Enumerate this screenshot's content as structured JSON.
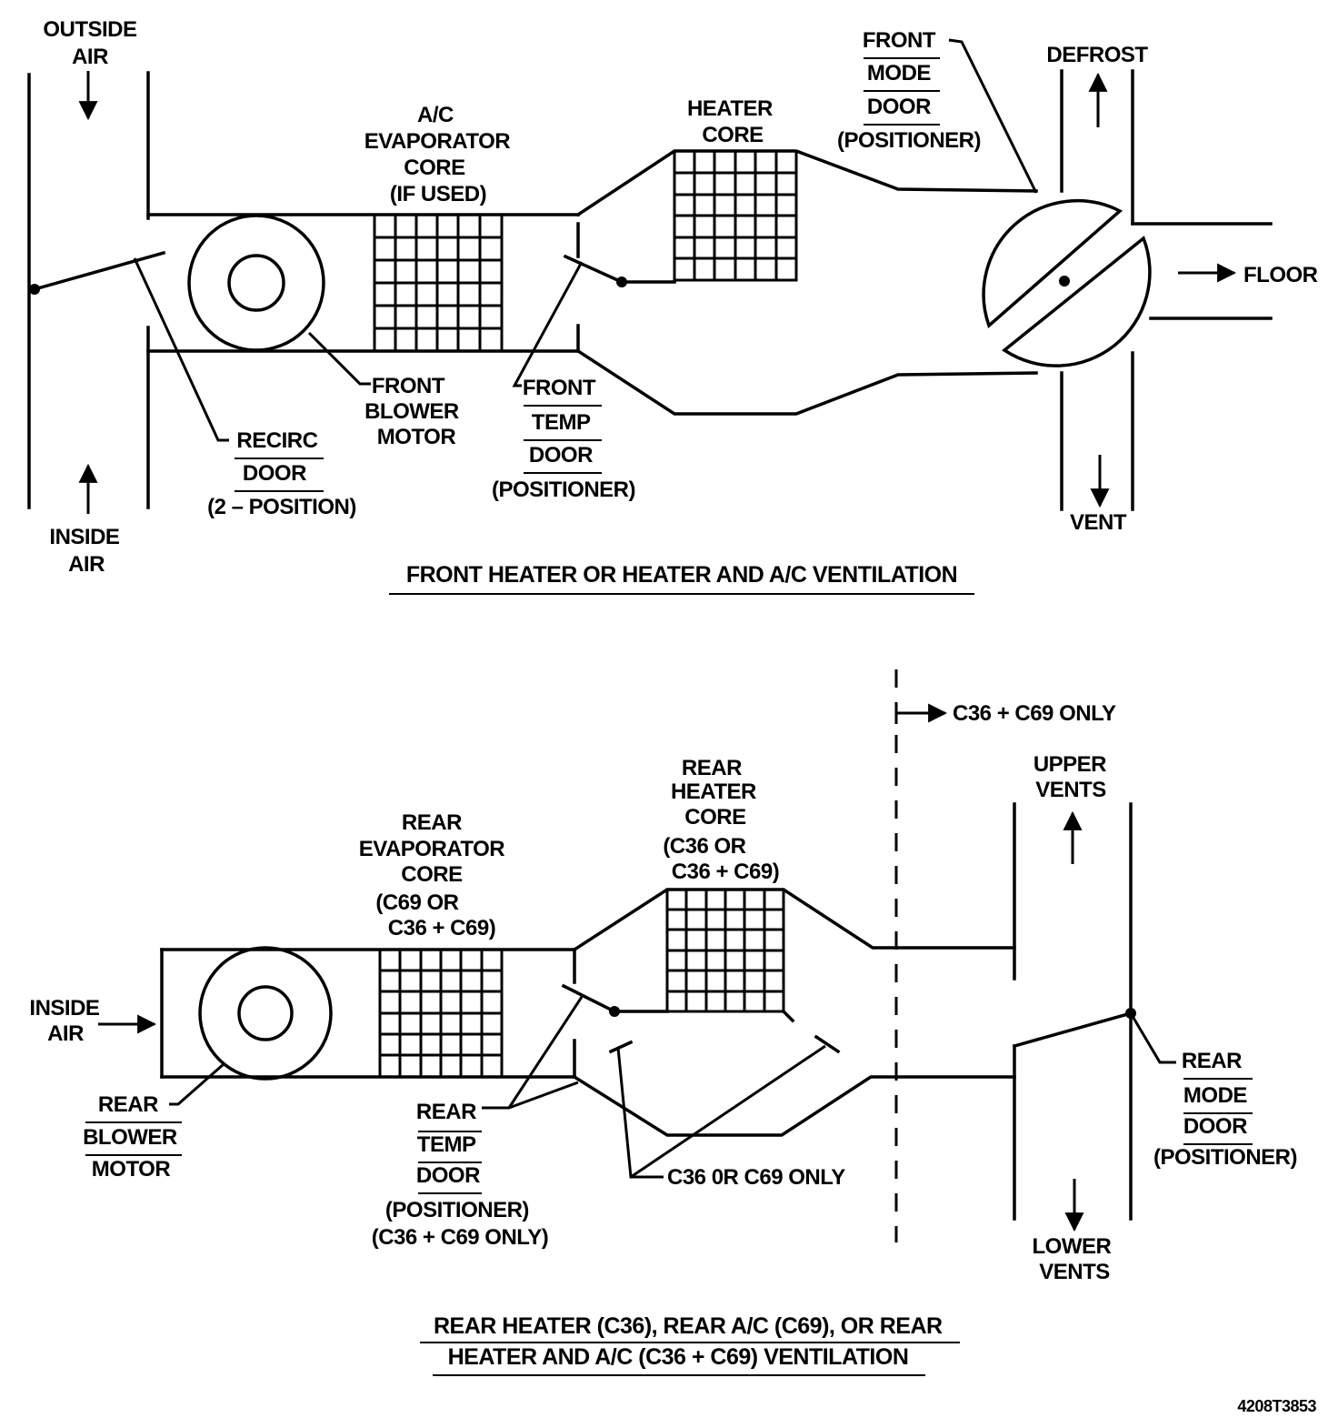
{
  "front": {
    "outside_air": [
      "OUTSIDE",
      "AIR"
    ],
    "inside_air": [
      "INSIDE",
      "AIR"
    ],
    "evaporator": [
      "A/C",
      "EVAPORATOR",
      "CORE",
      "(IF USED)"
    ],
    "heater_core": [
      "HEATER",
      "CORE"
    ],
    "mode_door": [
      "FRONT",
      "MODE",
      "DOOR",
      "(POSITIONER)"
    ],
    "defrost": "DEFROST",
    "floor": "FLOOR",
    "vent": "VENT",
    "blower_motor": [
      "FRONT",
      "BLOWER",
      "MOTOR"
    ],
    "recirc_door": [
      "RECIRC",
      "DOOR",
      "(2 – POSITION)"
    ],
    "temp_door": [
      "FRONT",
      "TEMP",
      "DOOR",
      "(POSITIONER)"
    ],
    "caption": "FRONT HEATER OR HEATER AND A/C VENTILATION"
  },
  "rear": {
    "c36_c69_only": "C36 + C69 ONLY",
    "upper_vents": [
      "UPPER",
      "VENTS"
    ],
    "lower_vents": [
      "LOWER",
      "VENTS"
    ],
    "heater_core": [
      "REAR",
      "HEATER",
      "CORE",
      "(C36 OR",
      "C36 + C69)"
    ],
    "evaporator": [
      "REAR",
      "EVAPORATOR",
      "CORE",
      "(C69 OR",
      "C36 + C69)"
    ],
    "inside_air": [
      "INSIDE",
      "AIR"
    ],
    "blower_motor": [
      "REAR",
      "BLOWER",
      "MOTOR"
    ],
    "temp_door": [
      "REAR",
      "TEMP",
      "DOOR",
      "(POSITIONER)",
      "(C36 + C69 ONLY)"
    ],
    "c36_or_c69_only": "C36 0R C69 ONLY",
    "mode_door": [
      "REAR",
      "MODE",
      "DOOR",
      "(POSITIONER)"
    ],
    "caption": [
      "REAR HEATER (C36), REAR A/C (C69), OR REAR",
      "HEATER AND A/C (C36 + C69) VENTILATION"
    ]
  },
  "figure_id": "4208T3853"
}
